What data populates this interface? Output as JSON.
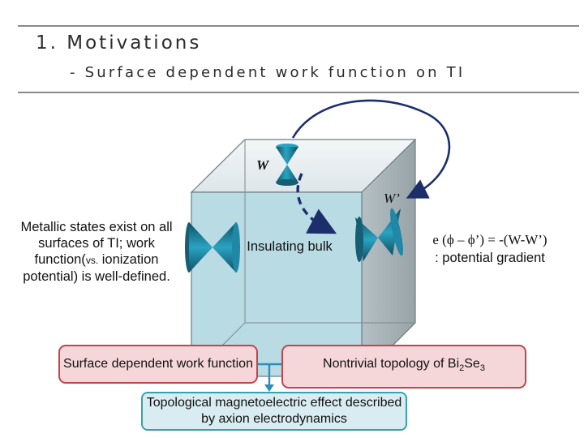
{
  "header": {
    "title": "1. Motivations",
    "subtitle": "- Surface dependent work function on TI"
  },
  "diagram": {
    "label_w": "W",
    "label_w_prime": "W’",
    "bulk_label": "Insulating bulk",
    "left_text_1": "Metallic states exist on all surfaces of TI; work function(",
    "left_text_vs": "vs.",
    "left_text_2": " ionization potential) is well-defined.",
    "formula_line1": "e (ϕ – ϕ’) = -(W-W’)",
    "formula_line2": ": potential gradient"
  },
  "boxes": {
    "surface": "Surface dependent work function",
    "topology_prefix": "Nontrivial topology of Bi",
    "topology_sub1": "2",
    "topology_mid": "Se",
    "topology_sub2": "3",
    "axion": "Topological magnetoelectric effect described by axion electrodynamics"
  },
  "colors": {
    "cube_front": "#b9dbe4",
    "cube_side": "#a7b3b7",
    "cone": "#1f88a6",
    "arrow": "#1d2f6b",
    "pink_box": "#f6d7d9",
    "blue_box": "#d8ecf1"
  }
}
